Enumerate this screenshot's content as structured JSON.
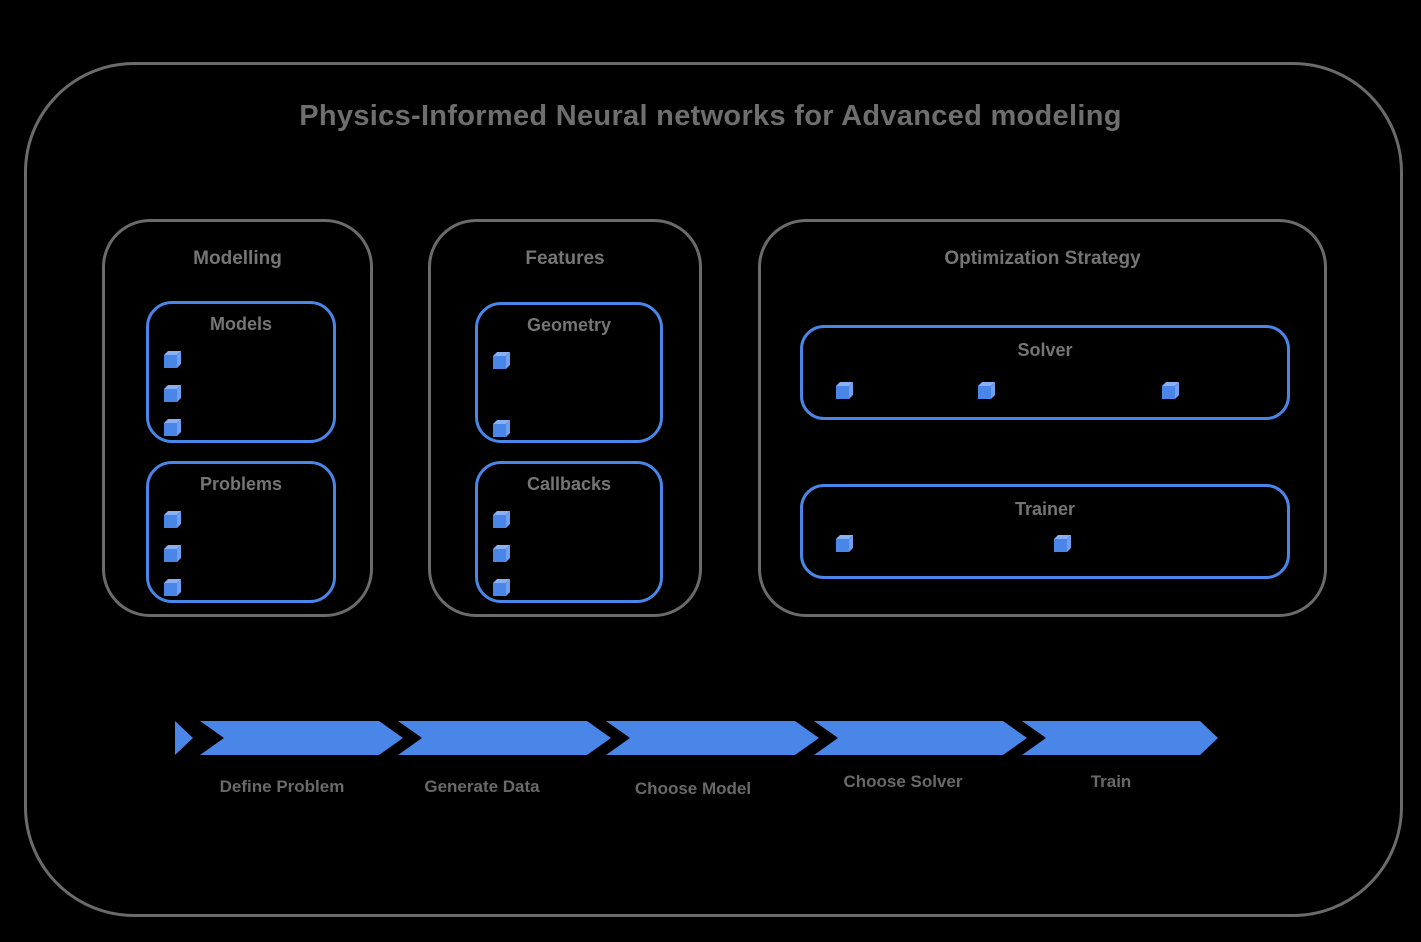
{
  "title": "Physics-Informed Neural networks for Advanced modeling",
  "groups": [
    {
      "label": "Modelling",
      "boxes": [
        {
          "label": "Models",
          "bullet_icon": "cube-icon",
          "bullet_count": 3
        },
        {
          "label": "Problems",
          "bullet_icon": "cube-icon",
          "bullet_count": 3
        }
      ]
    },
    {
      "label": "Features",
      "boxes": [
        {
          "label": "Geometry",
          "bullet_icon": "cube-icon",
          "bullet_count": 2
        },
        {
          "label": "Callbacks",
          "bullet_icon": "cube-icon",
          "bullet_count": 3
        }
      ]
    },
    {
      "label": "Optimization Strategy",
      "boxes": [
        {
          "label": "Solver",
          "bullet_icon": "cube-icon",
          "bullet_count": 3
        },
        {
          "label": "Trainer",
          "bullet_icon": "cube-icon",
          "bullet_count": 2
        }
      ]
    }
  ],
  "flow": {
    "steps": [
      {
        "label": "Define Problem"
      },
      {
        "label": "Generate Data"
      },
      {
        "label": "Choose Model"
      },
      {
        "label": "Choose Solver"
      },
      {
        "label": "Train"
      }
    ]
  },
  "colors": {
    "accent_blue": "#4a86e8",
    "cube_top_blue": "#8ab0f4",
    "cube_side_blue": "#6fa0f0",
    "border_gray": "#6b6b6b",
    "title_gray": "#6e6e6e",
    "label_gray": "#757575",
    "step_label_gray": "#696969"
  }
}
